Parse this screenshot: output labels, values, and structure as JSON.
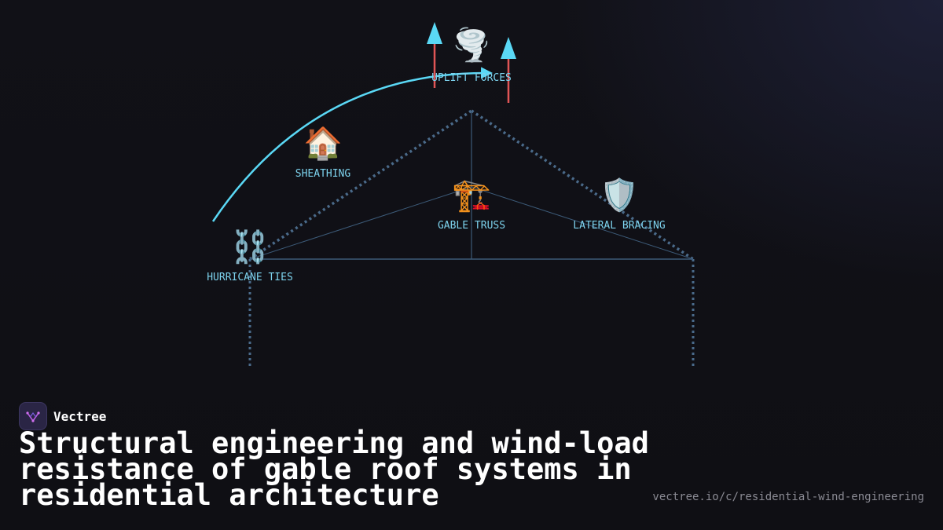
{
  "labels": {
    "uplift": "UPLIFT FORCES",
    "sheathing": "SHEATHING",
    "truss": "GABLE TRUSS",
    "bracing": "LATERAL BRACING",
    "ties": "HURRICANE TIES"
  },
  "icons": {
    "uplift": "🌪️",
    "sheathing": "🏠",
    "truss": "🏗️",
    "bracing": "🛡️",
    "ties": "⛓️"
  },
  "icon_names": {
    "uplift": "tornado-icon",
    "sheathing": "house-icon",
    "truss": "construction-crane-icon",
    "bracing": "shield-icon",
    "ties": "chain-icon"
  },
  "colors": {
    "accent": "#5ad8f5",
    "force_arrow": "#e05555",
    "structure": "#4a6a8a",
    "label": "#7dd3ee"
  },
  "brand": {
    "name": "Vectree"
  },
  "headline": "Structural engineering and wind-load resistance of gable roof systems in residential architecture",
  "url": "vectree.io/c/residential-wind-engineering"
}
